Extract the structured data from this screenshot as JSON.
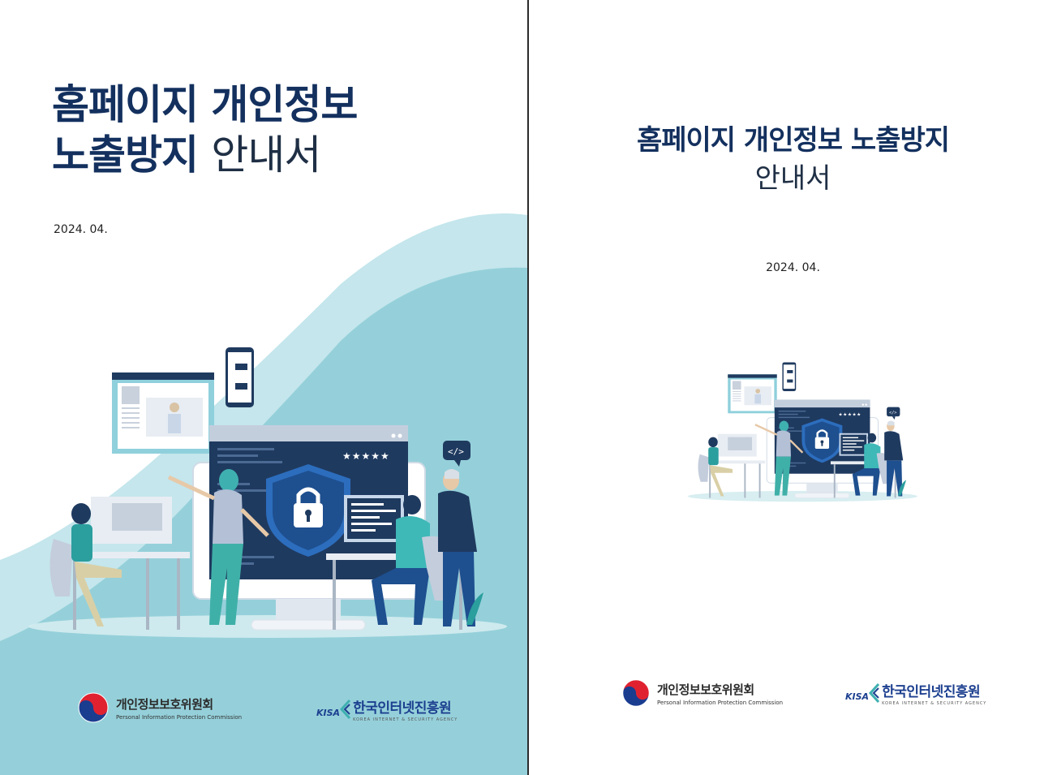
{
  "cover": {
    "title_line1": "홈페이지 개인정보",
    "title_line2_bold": "노출방지",
    "title_line2_light": "안내서",
    "date": "2024. 04."
  },
  "inner": {
    "title": "홈페이지 개인정보 노출방지",
    "subtitle": "안내서",
    "date": "2024. 04."
  },
  "logos": {
    "pipc_korean": "개인정보보호위원회",
    "pipc_english": "Personal Information Protection Commission",
    "kisa_abbr": "KISA",
    "kisa_korean": "한국인터넷진흥원",
    "kisa_english": "KOREA INTERNET & SECURITY AGENCY"
  },
  "illustration": {
    "rating_stars": "★★★★★",
    "code_tag": "</>"
  },
  "colors": {
    "navy": "#13305e",
    "teal": "#8fcfd8",
    "light_teal": "#c4e6ec",
    "accent_teal": "#3fb0b0",
    "dark_blue": "#1f3a5f",
    "shield_blue": "#1e4f8f"
  }
}
